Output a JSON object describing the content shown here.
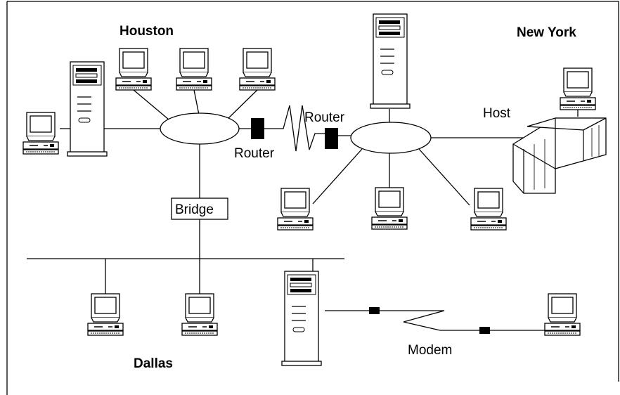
{
  "cities": {
    "houston": "Houston",
    "new_york": "New York",
    "dallas": "Dallas"
  },
  "labels": {
    "router_left": "Router",
    "router_right": "Router",
    "host": "Host",
    "bridge": "Bridge",
    "modem": "Modem"
  },
  "colors": {
    "line": "#000000",
    "background": "#ffffff"
  }
}
